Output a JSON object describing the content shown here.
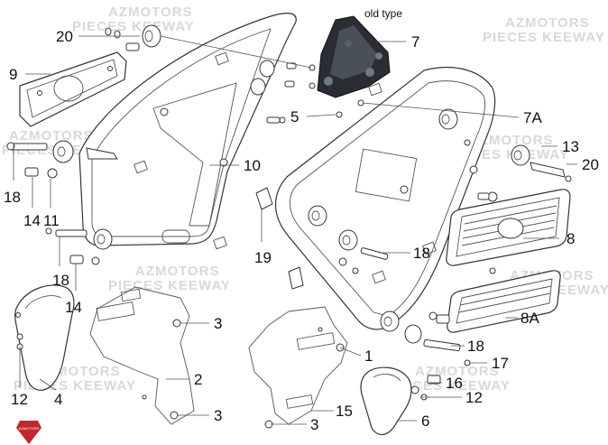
{
  "diagram": {
    "callouts": {
      "c20a": "20",
      "c9": "9",
      "c18a": "18",
      "c14a": "14",
      "c11": "11",
      "c18b": "18",
      "c14b": "14",
      "c12a": "12",
      "c4": "4",
      "c2": "2",
      "c3a": "3",
      "c3b": "3",
      "c3c": "3",
      "c10": "10",
      "c19": "19",
      "c5": "5",
      "c7": "7",
      "c7A": "7A",
      "c13": "13",
      "c20b": "20",
      "c8": "8",
      "c18c": "18",
      "c8A": "8A",
      "c18d": "18",
      "c17": "17",
      "c16": "16",
      "c12b": "12",
      "c6": "6",
      "c1": "1",
      "c15": "15"
    },
    "old_type_label": "old type",
    "watermarks": [
      "AZMOTORS",
      "PIECES KEEWAY"
    ],
    "logo_text": "AZMOTORS",
    "colors": {
      "line": "#333333",
      "watermark": "#d8d8d8",
      "logo": "#c0282d",
      "photo_dark": "#2a2d33"
    }
  }
}
